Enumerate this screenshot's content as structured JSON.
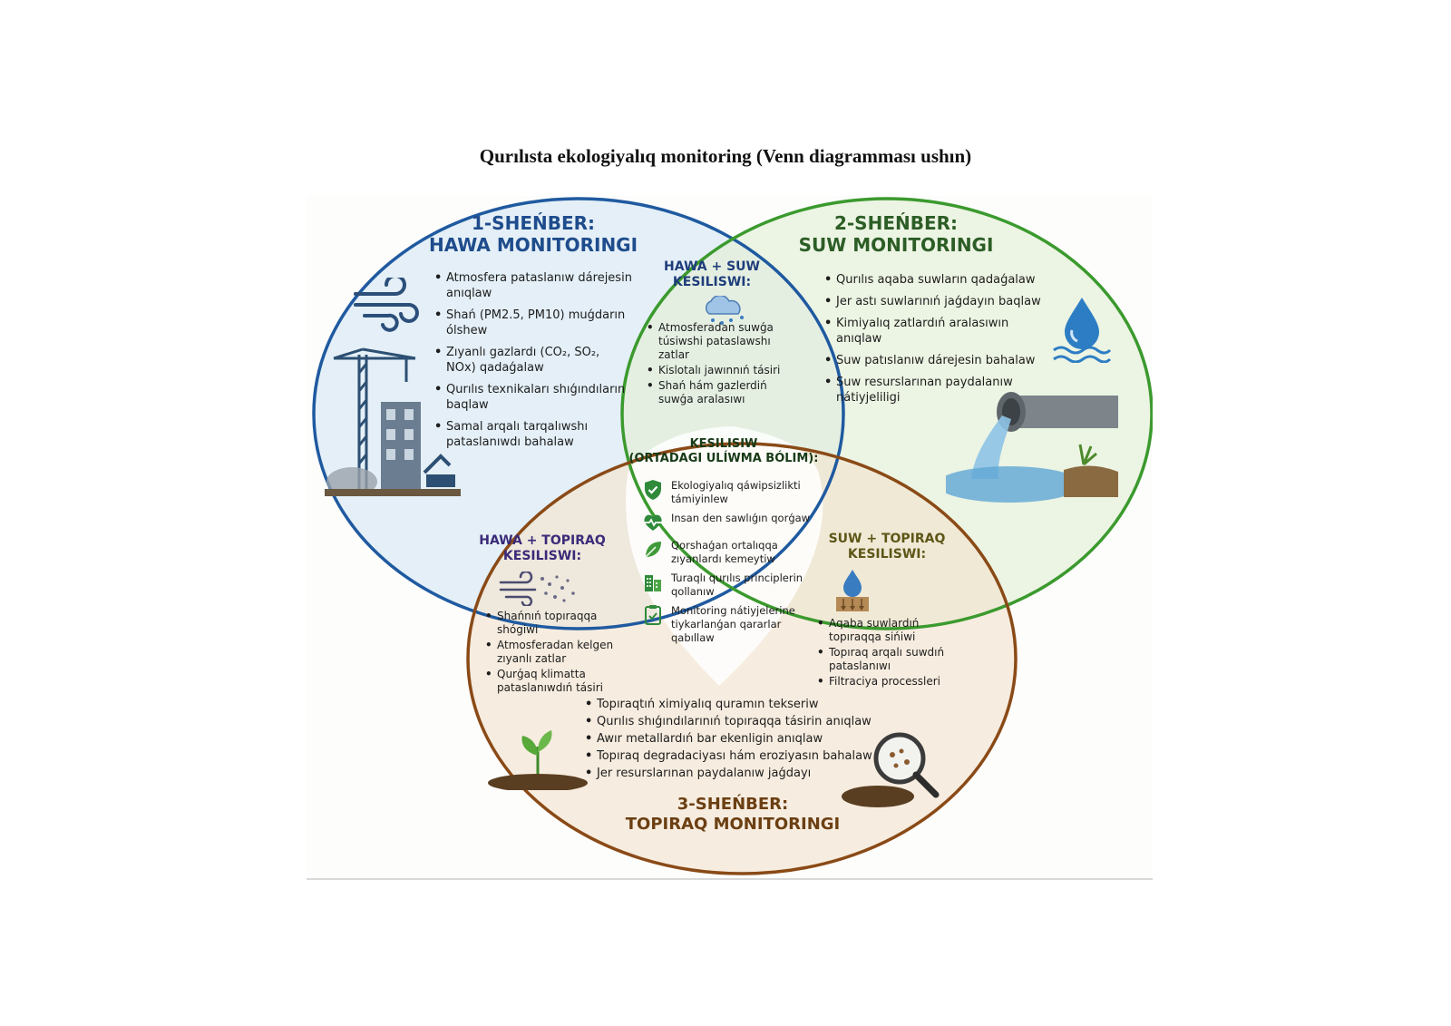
{
  "page": {
    "title": "Qurılısta ekologiyalıq monitoring (Venn diagramması ushın)"
  },
  "colors": {
    "air": "#1f5aa0",
    "air_fill": "#dbe9f6",
    "water": "#3b9a2e",
    "water_fill": "#e4f0d9",
    "soil": "#8a4a16",
    "soil_fill": "#f3e4d0",
    "center": "#2b6a2b"
  },
  "air": {
    "title_line1": "1-SHEŃBER:",
    "title_line2": "HAWA MONITORINGI",
    "items": [
      "Atmosfera pataslanıw dárejesin anıqlaw",
      "Shań (PM2.5, PM10) muǵdarın ólshew",
      "Zıyanlı gazlardı (CO₂, SO₂, NOx) qadaǵalaw",
      "Qurılıs texnikaları shıǵındıların baqlaw",
      "Samal arqalı tarqalıwshı pataslanıwdı bahalaw"
    ],
    "icons": [
      "wind-icon",
      "construction-site-icon"
    ]
  },
  "water": {
    "title_line1": "2-SHEŃBER:",
    "title_line2": "SUW MONITORINGI",
    "items": [
      "Qurılıs aqaba suwların qadaǵalaw",
      "Jer astı suwlarınıń jaǵdayın baqlaw",
      "Kimiyalıq zatlardıń aralasıwın anıqlaw",
      "Suw patıslanıw dárejesin bahalaw",
      "Suw resurslarınan paydalanıw nátiyjeliligi"
    ],
    "icons": [
      "water-drop-icon",
      "pipe-discharge-icon"
    ]
  },
  "soil": {
    "title_line1": "3-SHEŃBER:",
    "title_line2": "TOPIRAQ MONITORINGI",
    "items": [
      "Topıraqtıń ximiyalıq quramın tekseriw",
      "Qurılıs shıǵındılarınıń topıraqqa tásirin anıqlaw",
      "Awır metallardıń bar ekenligin anıqlaw",
      "Topıraq degradaciyası hám eroziyasın bahalaw",
      "Jer resurslarınan paydalanıw jaǵdayı"
    ],
    "icons": [
      "sprout-icon",
      "magnifier-icon"
    ]
  },
  "air_water": {
    "title_line1": "HAWA + SUW",
    "title_line2": "KESILISWI:",
    "items": [
      "Atmosferadan suwǵa túsiwshi pataslawshı zatlar",
      "Kislotalı jawınnıń tásiri",
      "Shań hám gazlerdiń suwǵa aralasıwı"
    ],
    "icon": "rain-cloud-icon"
  },
  "air_soil": {
    "title_line1": "HAWA + TOPIRAQ",
    "title_line2": "KESILISWI:",
    "items": [
      "Shańnıń topıraqqa shógiwi",
      "Atmosferadan kelgen zıyanlı zatlar",
      "Qurǵaq klimatta pataslanıwdıń tásiri"
    ],
    "icon": "dust-wind-icon"
  },
  "water_soil": {
    "title_line1": "SUW + TOPIRAQ",
    "title_line2": "KESILISWI:",
    "items": [
      "Aqaba suwlardıń topıraqqa sińiwi",
      "Topıraq arqalı suwdıń pataslanıwı",
      "Filtraciya processleri"
    ],
    "icon": "soil-filtration-icon"
  },
  "center": {
    "title_line1": "KESILISIW",
    "title_line2": "(ORTADAGI ULÍWMA BÓLIM):",
    "items": [
      {
        "icon": "shield-check-icon",
        "text": "Ekologiyalıq qáwipsizlikti támiyinlew"
      },
      {
        "icon": "heart-pulse-icon",
        "text": "Insan den sawlıǵın qorǵaw"
      },
      {
        "icon": "leaf-icon",
        "text": "Qorshaǵan ortalıqqa zıyanlardı kemeytiw"
      },
      {
        "icon": "green-building-icon",
        "text": "Turaqlı qurılıs principlerin qollanıw"
      },
      {
        "icon": "clipboard-check-icon",
        "text": "Monitoring nátiyjelerine tiykarlanǵan qararlar qabıllaw"
      }
    ]
  }
}
